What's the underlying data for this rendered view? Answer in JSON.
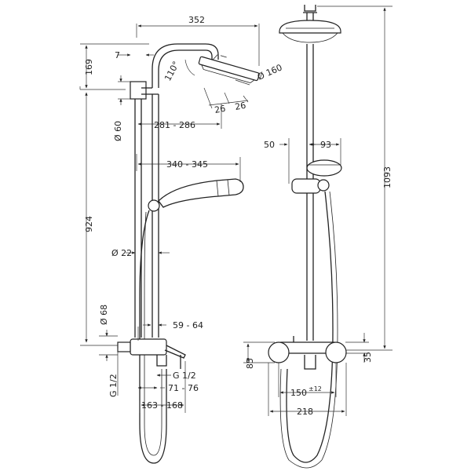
{
  "dimensions": {
    "width_352": "352",
    "offset_7": "7",
    "height_169": "169",
    "angle_110": "110°",
    "dia_160": "Ø 160",
    "d_26a": "26",
    "d_26b": "26",
    "dia_60": "Ø 60",
    "range_281_286": "281 - 286",
    "range_340_345": "340 - 345",
    "height_924": "924",
    "dia_22": "Ø 22",
    "dia_68": "Ø 68",
    "range_59_64": "59 - 64",
    "g12_left": "G 1/2",
    "g12_right": "G 1/2",
    "range_71_76": "71 - 76",
    "range_163_168": "163 - 168",
    "d_50": "50",
    "d_93": "93",
    "height_1093": "1093",
    "d_85": "85",
    "d_35": "35",
    "width_150": "150",
    "tol_12": "±12",
    "width_218": "218"
  }
}
